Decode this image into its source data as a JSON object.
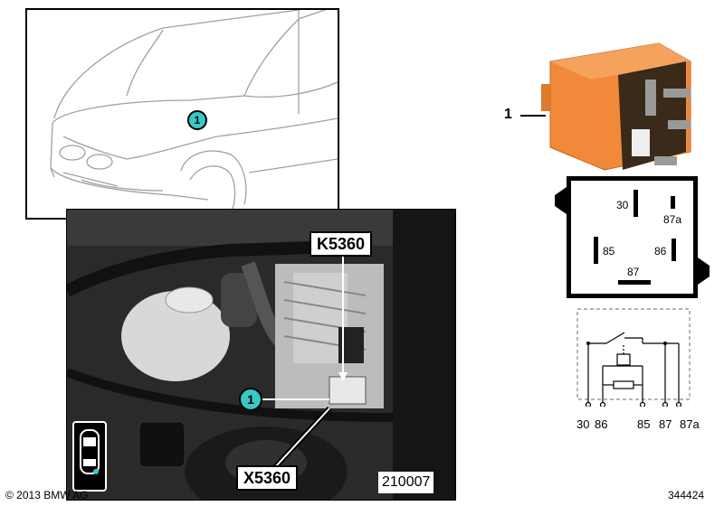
{
  "callouts": {
    "car": "1",
    "photo": "1",
    "part": "1"
  },
  "labels": {
    "relay_top": "K5360",
    "connector_bottom": "X5360",
    "photo_number": "210007",
    "copyright": "© 2013 BMW AG",
    "diagram_number": "344424"
  },
  "relay_pins": {
    "p30": "30",
    "p87a": "87a",
    "p85": "85",
    "p86": "86",
    "p87": "87"
  },
  "schematic_pins": [
    "30",
    "86",
    "85",
    "87",
    "87a"
  ],
  "colors": {
    "callout_teal": "#38c8c8",
    "relay_orange": "#f08a3a"
  }
}
